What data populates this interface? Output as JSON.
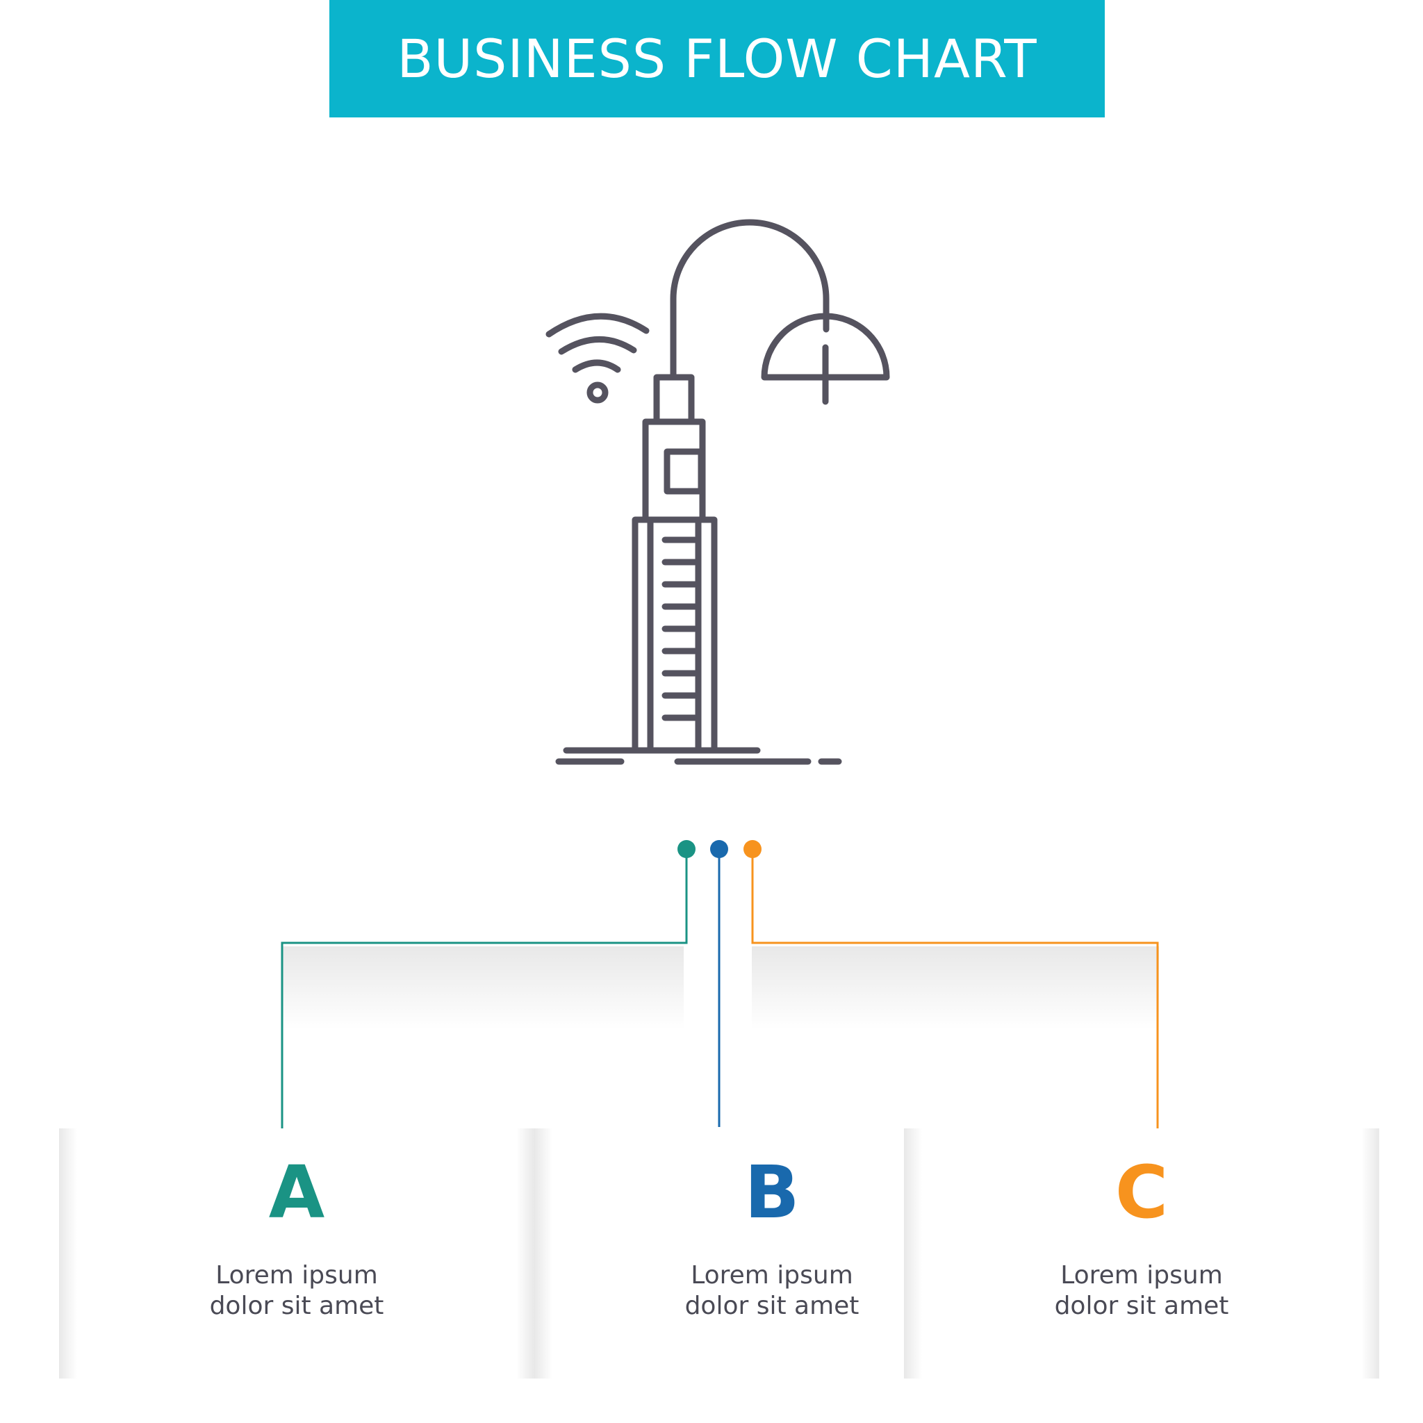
{
  "title": "BUSINESS FLOW CHART",
  "colors": {
    "banner": "#0bb4cc",
    "icon_stroke": "#55535f",
    "a": "#1a9384",
    "b": "#1969ad",
    "c": "#f7931e"
  },
  "icon": "street-lamp-with-wifi-icon",
  "cards": [
    {
      "letter": "A",
      "line1": "Lorem ipsum",
      "line2": "dolor sit amet"
    },
    {
      "letter": "B",
      "line1": "Lorem ipsum",
      "line2": "dolor sit amet"
    },
    {
      "letter": "C",
      "line1": "Lorem ipsum",
      "line2": "dolor sit amet"
    }
  ]
}
